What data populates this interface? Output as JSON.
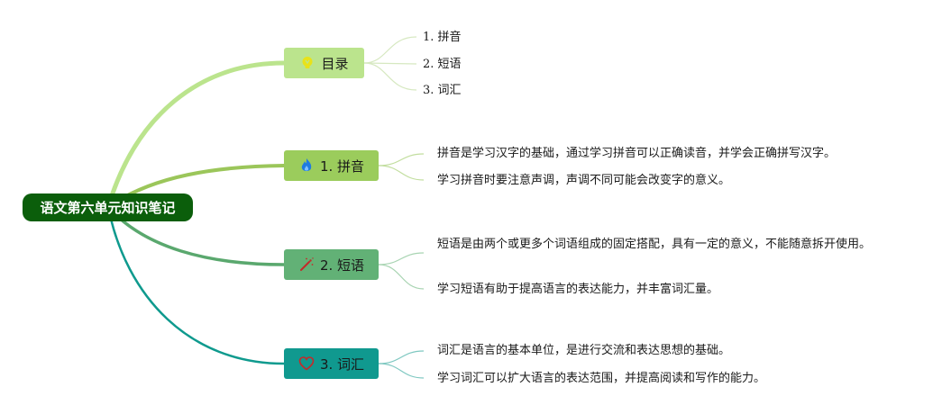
{
  "root": {
    "label": "语文第六单元知识笔记"
  },
  "branches": [
    {
      "label": "目录",
      "icon": "lightbulb-icon",
      "color": "#bbe48d",
      "line_color": "#bbe48d",
      "leaf_line_color": "#d6e8c0",
      "leaves": [
        "1. 拼音",
        "2. 短语",
        "3. 词汇"
      ]
    },
    {
      "label": "1. 拼音",
      "icon": "fire-icon",
      "color": "#9bcc5c",
      "line_color": "#9bc65a",
      "leaf_line_color": "#c2de9f",
      "leaves": [
        "拼音是学习汉字的基础，通过学习拼音可以正确读音，并学会正确拼写汉字。",
        "学习拼音时要注意声调，声调不同可能会改变字的意义。"
      ]
    },
    {
      "label": "2. 短语",
      "icon": "wand-icon",
      "color": "#62b176",
      "line_color": "#5aa86e",
      "leaf_line_color": "#a8d4b2",
      "leaves": [
        "短语是由两个或更多个词语组成的固定搭配，具有一定的意义，不能随意拆开使用。",
        "学习短语有助于提高语言的表达能力，并丰富词汇量。"
      ]
    },
    {
      "label": "3. 词汇",
      "icon": "heart-icon",
      "color": "#10998f",
      "line_color": "#0f9a8e",
      "leaf_line_color": "#7fc8c1",
      "leaves": [
        "词汇是语言的基本单位，是进行交流和表达思想的基础。",
        "学习词汇可以扩大语言的表达范围，并提高阅读和写作的能力。"
      ]
    }
  ]
}
